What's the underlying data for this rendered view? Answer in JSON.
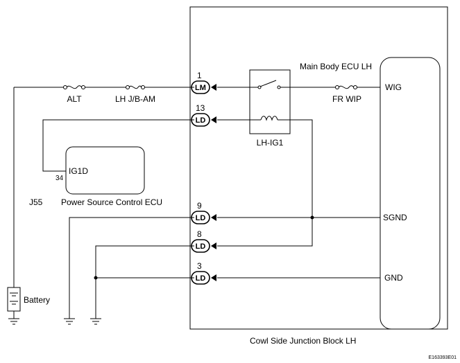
{
  "blocks": {
    "junction_block": "Cowl Side Junction Block LH",
    "body_ecu": "Main Body ECU LH",
    "power_ecu": "Power Source Control ECU",
    "power_ecu_connector": "J55",
    "relay": "LH-IG1",
    "battery": "Battery"
  },
  "fuses": {
    "alt": "ALT",
    "lhjb": "LH J/B-AM",
    "frwip": "FR WIP"
  },
  "pins": [
    {
      "num": "1",
      "label": "LM"
    },
    {
      "num": "13",
      "label": "LD"
    },
    {
      "num": "9",
      "label": "LD"
    },
    {
      "num": "8",
      "label": "LD"
    },
    {
      "num": "3",
      "label": "LD"
    }
  ],
  "ecu_terminals": {
    "wig": "WIG",
    "sgnd": "SGND",
    "gnd": "GND",
    "ig1d": "IG1D",
    "ig1d_pin": "34"
  },
  "footer_code": "E163393E01"
}
